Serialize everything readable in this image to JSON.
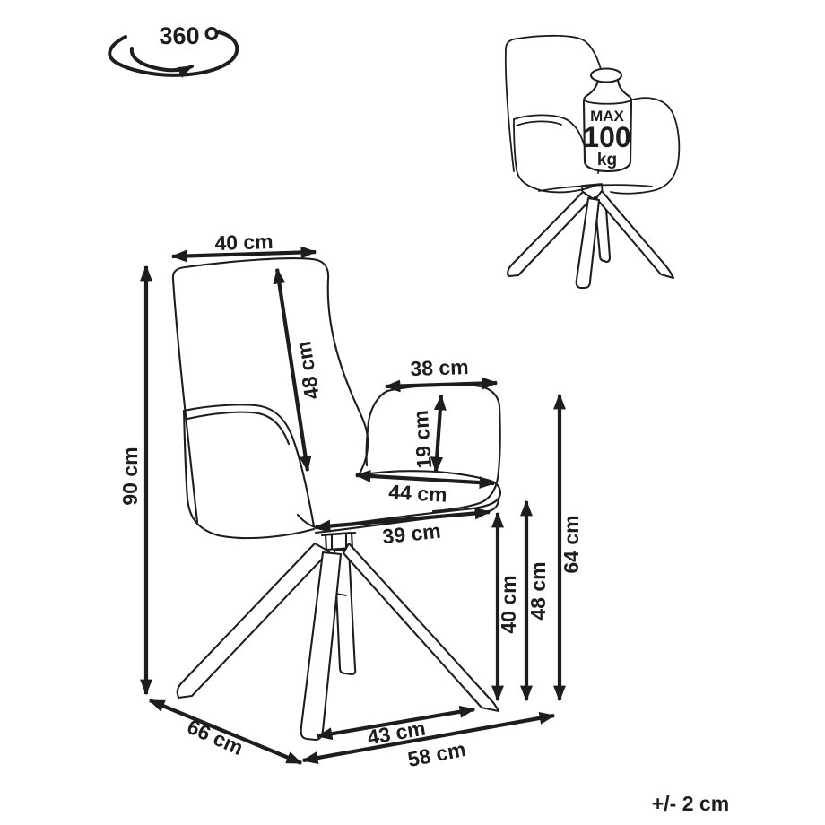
{
  "diagram": {
    "rotation_badge": {
      "value": "360",
      "degree": "°"
    },
    "load_badge": {
      "line1": "MAX",
      "line2": "100",
      "line3": "kg"
    },
    "tolerance": "+/- 2 cm",
    "dims": {
      "back_width": "40 cm",
      "back_height": "48 cm",
      "overall_height": "90 cm",
      "armrest_length": "38 cm",
      "armrest_thickness": "19 cm",
      "seat_depth": "44 cm",
      "seat_width": "39 cm",
      "seat_height": "40 cm",
      "seat_edge_height": "48 cm",
      "armrest_height": "64 cm",
      "leg_span_front": "43 cm",
      "base_width": "58 cm",
      "base_depth": "66 cm"
    }
  }
}
